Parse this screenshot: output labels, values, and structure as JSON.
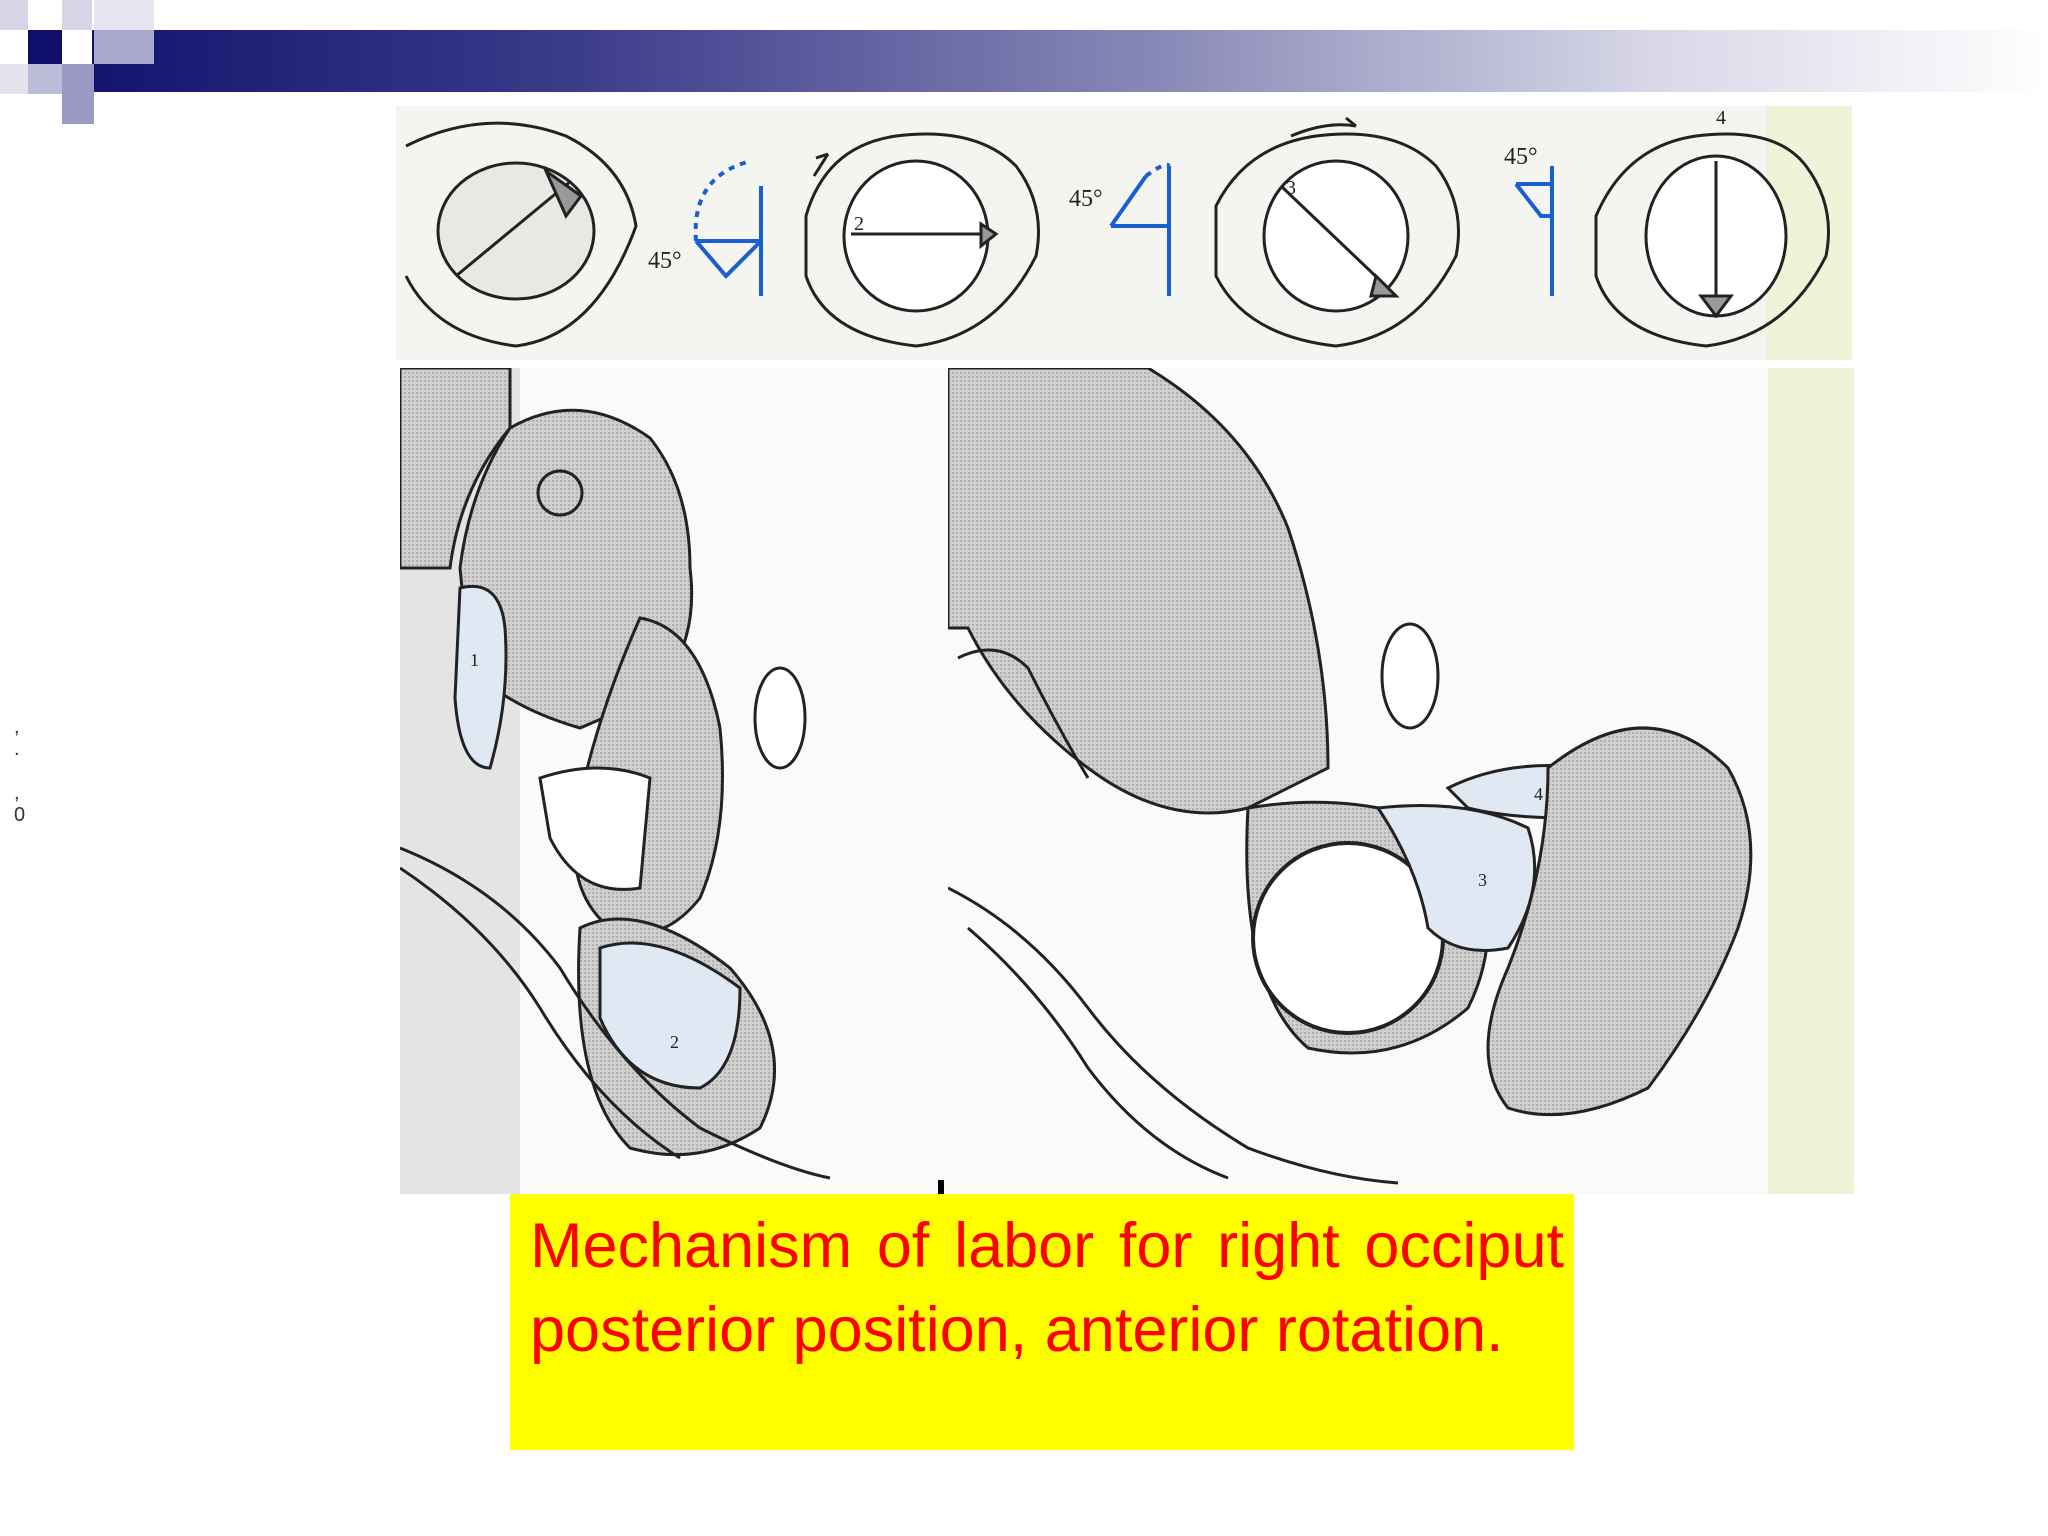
{
  "slide": {
    "caption": "Mechanism of labor for right occiput posterior position, anterior rotation.",
    "side_marks": ",\n.\n\n,\n0"
  },
  "figure_top": {
    "angle_labels": [
      "45°",
      "45°",
      "45°"
    ],
    "stage_labels": [
      "2",
      "3",
      "4"
    ]
  },
  "figure_bottom": {
    "left_labels": [
      "1",
      "2"
    ],
    "right_labels": [
      "3",
      "4"
    ]
  },
  "colors": {
    "caption_bg": "#ffff00",
    "caption_text": "#ff0000",
    "header_dark": "#14146e",
    "diagram_blue": "#1a5fd0",
    "shaded": "#c4c4c4",
    "light_blue": "#dfe8f3"
  }
}
